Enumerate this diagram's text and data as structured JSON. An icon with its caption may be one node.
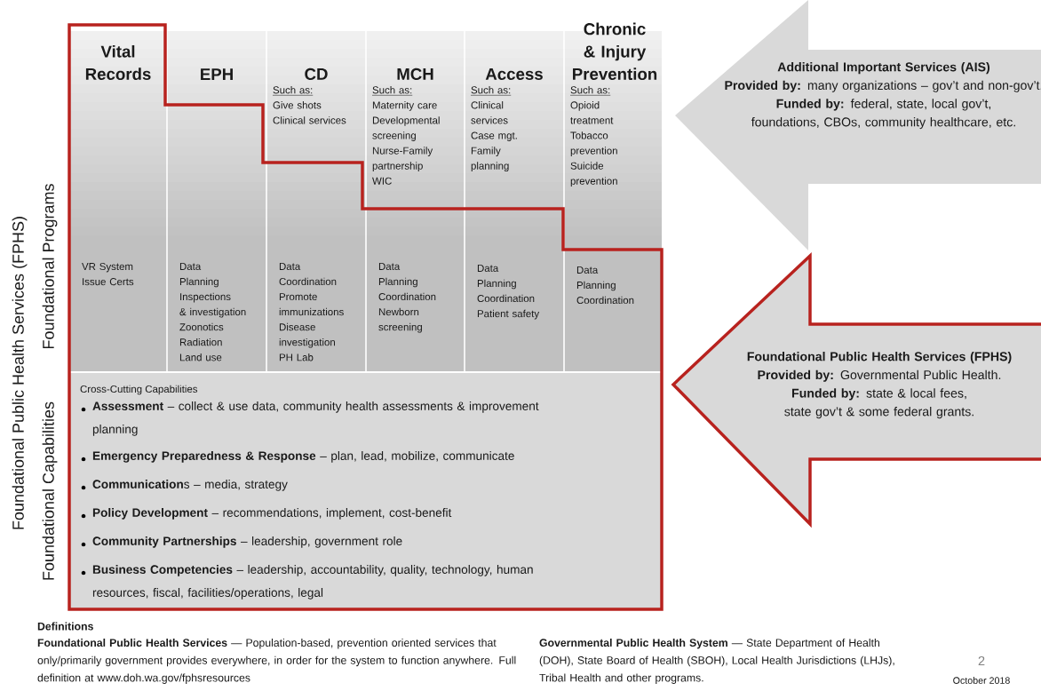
{
  "diagram": {
    "nodes": [
      {
        "text": [
          "Vital Records",
          "VR System",
          "Issue Certs"
        ]
      },
      {
        "text": [
          "EPH",
          "Data",
          "Planning",
          "Inspections",
          "& investigation",
          "Zoonotics",
          "Radiation",
          "Land use"
        ]
      },
      {
        "text": [
          "CD",
          "Such as:",
          "Give shots",
          "Clinical services",
          "Data",
          "Coordination",
          "Promote immunizations",
          "Disease investigation",
          "PH Lab"
        ]
      },
      {
        "text": [
          "MCH",
          "Such as:",
          "Maternity care",
          "Developmental screening",
          "Nurse-Family partnership",
          "WIC",
          "Data",
          "Planning",
          "Coordination",
          "Newborn screening"
        ]
      },
      {
        "text": [
          "Access",
          "Such as:",
          "Clinical services",
          "Case mgt.",
          "Family planning",
          "Data",
          "Planning",
          "Coordination",
          "Patient safety"
        ]
      },
      {
        "text": [
          "Chronic & Injury Prevention",
          "Such as:",
          "Opioid treatment",
          "Tobacco prevention",
          "Suicide prevention",
          "Data",
          "Planning",
          "Coordination"
        ]
      },
      {
        "text": [
          "Cross-Cutting Capabilities",
          "**Assessment** – collect & use data, community health assessments & improvement planning",
          "**Emergency Preparedness & Response** – plan, lead, mobilize, communicate",
          "**Communication**s – media, strategy",
          "**Policy Development** – recommendations, implement, cost-benefit",
          "**Community Partnerships** – leadership, government role",
          "**Business Competencies** – leadership, accountability, quality, technology, human resources, fiscal, facilities/operations, legal"
        ],
        "beside": [
          "Foundational Capabilities"
        ]
      },
      {
        "text": [
          "Additional Important Services (AIS)",
          "**Provided by:** many organizations –  gov’t and non-gov’t.",
          "**Funded by:** federal, state, local gov’t, foundations, CBOs, community healthcare, etc."
        ]
      },
      {
        "text": [
          "Foundational Public Health Services (FPHS)",
          "**Provided by:** Governmental Public Health.",
          "**Funded by:** state & local fees, state gov’t & some federal grants."
        ]
      }
    ],
    "labels": [
      "Foundational Public Health Services (FPHS)",
      "Foundational Programs",
      "Definitions",
      "**Foundational Public Health Services** — Population-based, prevention oriented services that only/primarily government provides everywhere, in order for the system to function anywhere. Full definition at www.doh.wa.gov/fphsresources",
      "**Governmental Public Health System** — State Department of Health (DOH), State Board of Health (SBOH), Local Health Jurisdictions (LHJs), Tribal Health and other programs.",
      "2",
      "October 2018"
    ]
  }
}
